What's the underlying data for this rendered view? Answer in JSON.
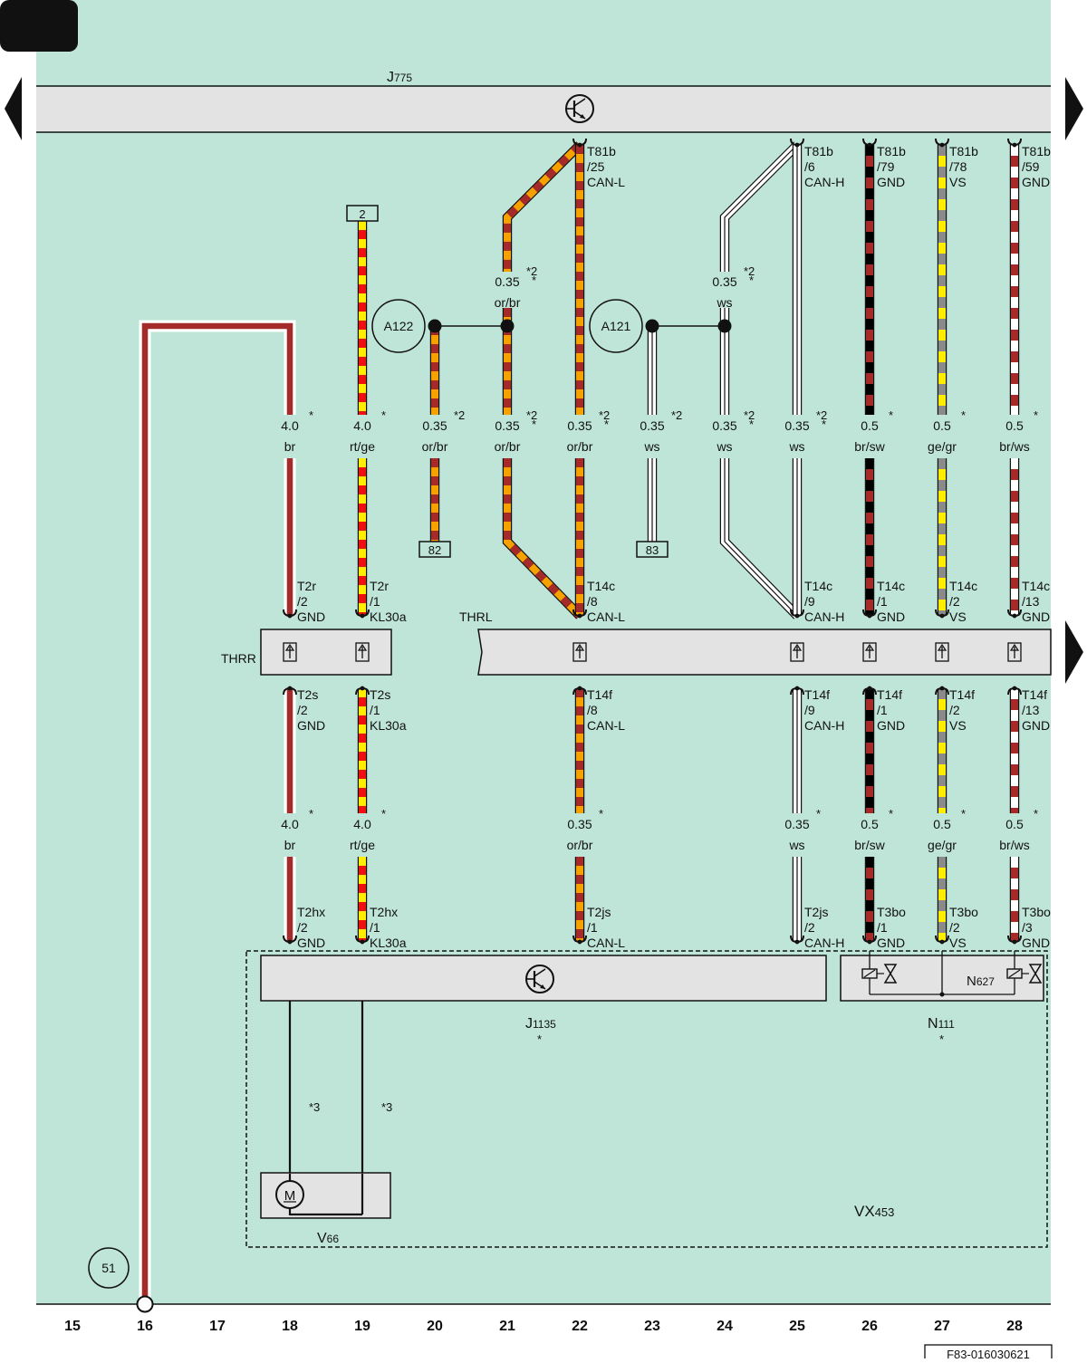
{
  "page": {
    "page_badge": "",
    "doc_id": "F83-016030621",
    "column_numbers": [
      "15",
      "16",
      "17",
      "18",
      "19",
      "20",
      "21",
      "22",
      "23",
      "24",
      "25",
      "26",
      "27",
      "28"
    ]
  },
  "components": {
    "j775": {
      "prefix": "J",
      "sub": "775"
    },
    "j1135": {
      "prefix": "J",
      "sub": "1135",
      "star": "*"
    },
    "n111": {
      "prefix": "N",
      "sub": "111",
      "star": "*"
    },
    "n627": {
      "prefix": "N",
      "sub": "627"
    },
    "vx453": {
      "prefix": "VX",
      "sub": "453"
    },
    "v66": {
      "prefix": "V",
      "sub": "66"
    },
    "thrr": "THRR",
    "thrl": "THRL",
    "a122": "A122",
    "a121": "A121",
    "ground_51": "51",
    "motor_symbol": "M"
  },
  "ref_boxes": {
    "box_2": "2",
    "box_82": "82",
    "box_83": "83"
  },
  "top_pins": [
    {
      "l1": "T81b",
      "l2": "/25",
      "l3": "CAN-L"
    },
    {
      "l1": "T81b",
      "l2": "/6",
      "l3": "CAN-H"
    },
    {
      "l1": "T81b",
      "l2": "/79",
      "l3": "GND"
    },
    {
      "l1": "T81b",
      "l2": "/78",
      "l3": "VS"
    },
    {
      "l1": "T81b",
      "l2": "/59",
      "l3": "GND"
    }
  ],
  "wire_labels_upper": [
    {
      "size": "4.0",
      "color": "br",
      "note": "*"
    },
    {
      "size": "4.0",
      "color": "rt/ge",
      "note": "*"
    },
    {
      "size": "0.35",
      "color": "or/br",
      "note": "*2"
    },
    {
      "size": "0.35",
      "color": "or/br",
      "note": "*2\n*"
    },
    {
      "size": "0.35",
      "color": "or/br",
      "note": "*2\n*"
    },
    {
      "size": "0.35",
      "color": "ws",
      "note": "*2"
    },
    {
      "size": "0.35",
      "color": "ws",
      "note": "*2\n*"
    },
    {
      "size": "0.35",
      "color": "ws",
      "note": "*2\n*"
    },
    {
      "size": "0.5",
      "color": "br/sw",
      "note": "*"
    },
    {
      "size": "0.5",
      "color": "ge/gr",
      "note": "*"
    },
    {
      "size": "0.5",
      "color": "br/ws",
      "note": "*"
    }
  ],
  "wire_labels_branch": [
    {
      "size": "0.35",
      "color": "or/br",
      "note": "*2\n*"
    },
    {
      "size": "0.35",
      "color": "ws",
      "note": "*2\n*"
    }
  ],
  "thr_top_pins": [
    {
      "l1": "T2r",
      "l2": "/2",
      "l3": "GND"
    },
    {
      "l1": "T2r",
      "l2": "/1",
      "l3": "KL30a"
    },
    {
      "l1": "T14c",
      "l2": "/8",
      "l3": "CAN-L"
    },
    {
      "l1": "T14c",
      "l2": "/9",
      "l3": "CAN-H"
    },
    {
      "l1": "T14c",
      "l2": "/1",
      "l3": "GND"
    },
    {
      "l1": "T14c",
      "l2": "/2",
      "l3": "VS"
    },
    {
      "l1": "T14c",
      "l2": "/13",
      "l3": "GND"
    }
  ],
  "thr_bottom_pins": [
    {
      "l1": "T2s",
      "l2": "/2",
      "l3": "GND"
    },
    {
      "l1": "T2s",
      "l2": "/1",
      "l3": "KL30a"
    },
    {
      "l1": "T14f",
      "l2": "/8",
      "l3": "CAN-L"
    },
    {
      "l1": "T14f",
      "l2": "/9",
      "l3": "CAN-H"
    },
    {
      "l1": "T14f",
      "l2": "/1",
      "l3": "GND"
    },
    {
      "l1": "T14f",
      "l2": "/2",
      "l3": "VS"
    },
    {
      "l1": "T14f",
      "l2": "/13",
      "l3": "GND"
    }
  ],
  "wire_labels_lower": [
    {
      "size": "4.0",
      "color": "br",
      "note": "*"
    },
    {
      "size": "4.0",
      "color": "rt/ge",
      "note": "*"
    },
    {
      "size": "0.35",
      "color": "or/br",
      "note": "*"
    },
    {
      "size": "0.35",
      "color": "ws",
      "note": "*"
    },
    {
      "size": "0.5",
      "color": "br/sw",
      "note": "*"
    },
    {
      "size": "0.5",
      "color": "ge/gr",
      "note": "*"
    },
    {
      "size": "0.5",
      "color": "br/ws",
      "note": "*"
    }
  ],
  "bottom_pins": [
    {
      "l1": "T2hx",
      "l2": "/2",
      "l3": "GND"
    },
    {
      "l1": "T2hx",
      "l2": "/1",
      "l3": "KL30a"
    },
    {
      "l1": "T2js",
      "l2": "/1",
      "l3": "CAN-L"
    },
    {
      "l1": "T2js",
      "l2": "/2",
      "l3": "CAN-H"
    },
    {
      "l1": "T3bo",
      "l2": "/1",
      "l3": "GND"
    },
    {
      "l1": "T3bo",
      "l2": "/2",
      "l3": "VS"
    },
    {
      "l1": "T3bo",
      "l2": "/3",
      "l3": "GND"
    }
  ],
  "motor_wire_notes": [
    "*3",
    "*3"
  ],
  "colors": {
    "background": "#bfe4d8",
    "component_fill": "#e3e3e3",
    "br": "#a52a2a",
    "rt": "#ee1111",
    "ge": "#ffee00",
    "or": "#f5a100",
    "sw": "#000000",
    "gr": "#8a8a8a",
    "ws": "#ffffff"
  }
}
